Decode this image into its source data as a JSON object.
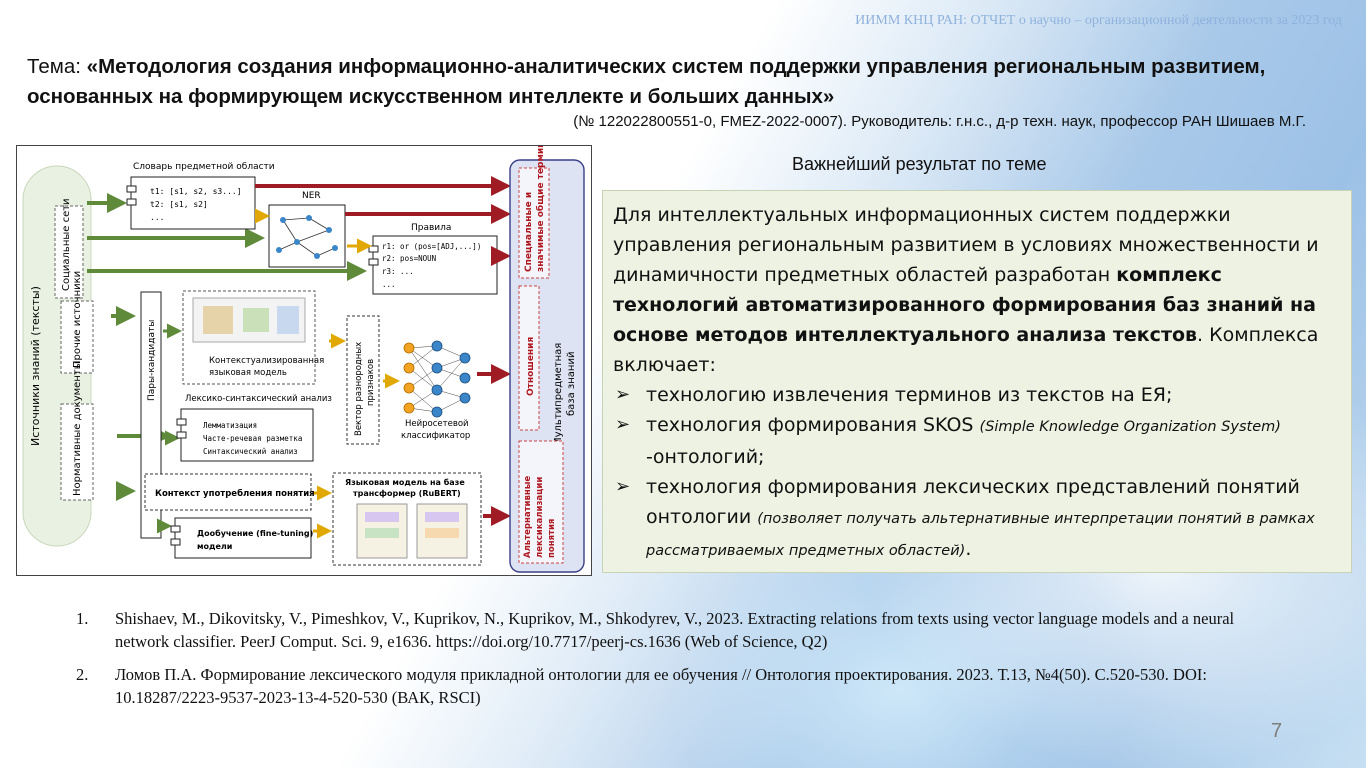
{
  "header": "ИИММ КНЦ РАН:  ОТЧЕТ о научно – организационной деятельности за 2023 год",
  "topic": {
    "prefix": "Тема: ",
    "title": "«Методология создания информационно-аналитических систем поддержки управления региональным развитием, основанных на формирующем искусственном интеллекте и больших данных»",
    "subline": "(№ 122022800551-0, FMEZ-2022-0007). Руководитель: г.н.с., д-р техн. наук, профессор РАН Шишаев М.Г."
  },
  "result": {
    "title": "Важнейший результат по теме",
    "intro_plain": "Для интеллектуальных информационных систем поддержки управления региональным развитием в условиях множественности и динамичности предметных областей разработан ",
    "intro_bold": "комплекс технологий автоматизированного формирования баз знаний на основе методов интеллектуального анализа текстов",
    "intro_tail": ". Комплекса включает:",
    "items": [
      {
        "text": "технологию извлечения терминов из текстов на ЕЯ;",
        "note": "",
        "tail": ""
      },
      {
        "text": "технология формирования SKOS ",
        "note": "(Simple Knowledge Organization System)",
        "tail": " -онтологий;"
      },
      {
        "text": "технология формирования лексических представлений понятий онтологии ",
        "note": "(позволяет получать альтернативные интерпретации понятий в рамках рассматриваемых предметных областей)",
        "tail": "."
      }
    ]
  },
  "diagram": {
    "sources_title": "Источники знаний (тексты)",
    "source_social": "Социальные сети",
    "source_other": "Прочие источники",
    "source_norm": "Нормативные документы",
    "dictionary_title": "Словарь предметной области",
    "dict_lines": [
      "t1: [s1, s2, s3...]",
      "t2: [s1, s2]",
      "..."
    ],
    "ner": "NER",
    "rules_title": "Правила",
    "rules_lines": [
      "r1: or (pos=[ADJ,...])",
      "r2: pos=NOUN",
      "r3: ...",
      "..."
    ],
    "pairs": "Пары-кандидаты",
    "ctx_model": "Контекстуализированная языковая модель",
    "lex_title": "Лексико-синтаксический анализ",
    "lex_lines": [
      "Лемматизация",
      "Часте-речевая разметка",
      "Синтаксический анализ"
    ],
    "vector": "Вектор разнородных признаков",
    "nn": "Нейросетевой классификатор",
    "context_usage": "Контекст употребления понятия",
    "finetune": "Дообучение (fine-tuning) модели",
    "transformer_title": "Языковая модель на базе трансформер (RuBERT)",
    "kb": "Мультипредметная база знаний",
    "kb_special": "Специальные и значимые общие термины",
    "kb_relations": "Отношения",
    "kb_alt": "Альтернативные лексикализации понятия"
  },
  "references": [
    {
      "num": "1.",
      "text": "Shishaev, M., Dikovitsky, V., Pimeshkov, V., Kuprikov, N., Kuprikov, M., Shkodyrev, V., 2023. Extracting relations from texts using vector language models and a neural network classifier. PeerJ Comput. Sci. 9, e1636. https://doi.org/10.7717/peerj-cs.1636 (Web of Science, Q2)"
    },
    {
      "num": "2.",
      "text": "Ломов П.А. Формирование лексического модуля прикладной онтологии для ее обучения // Онтология проектирования. 2023. Т.13, №4(50). С.520-530. DOI: 10.18287/2223-9537-2023-13-4-520-530 (ВАК, RSCI)"
    }
  ],
  "page_number": "7",
  "colors": {
    "green_arrow": "#5e8a3a",
    "red_arrow": "#a01c24",
    "kb_fill": "#dde3f2",
    "box_fill": "#eef2e2",
    "header_text": "#8fb2dd"
  }
}
